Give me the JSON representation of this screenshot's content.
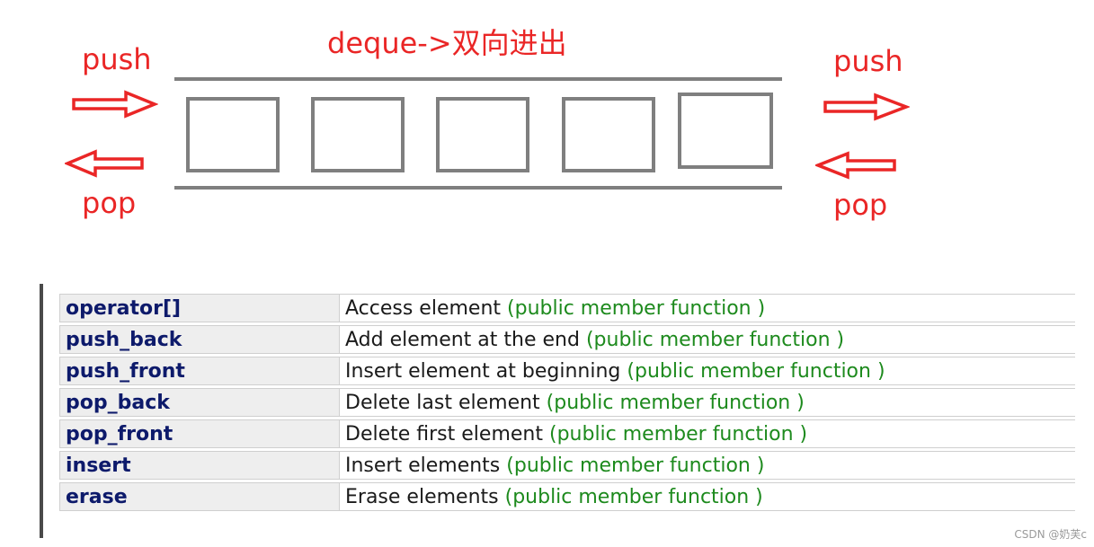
{
  "diagram": {
    "title": "deque->双向进出",
    "left": {
      "push": "push",
      "pop": "pop"
    },
    "right": {
      "push": "push",
      "pop": "pop"
    },
    "colors": {
      "accent": "#ea2626",
      "gray": "#7f7f7f"
    }
  },
  "table": {
    "rows": [
      {
        "name": "operator[]",
        "description": "Access element",
        "kind": "(public member function )"
      },
      {
        "name": "push_back",
        "description": "Add element at the end",
        "kind": "(public member function )"
      },
      {
        "name": "push_front",
        "description": "Insert element at beginning",
        "kind": "(public member function )"
      },
      {
        "name": "pop_back",
        "description": "Delete last element",
        "kind": "(public member function )"
      },
      {
        "name": "pop_front",
        "description": "Delete first element",
        "kind": "(public member function )"
      },
      {
        "name": "insert",
        "description": "Insert elements",
        "kind": "(public member function )"
      },
      {
        "name": "erase",
        "description": "Erase elements",
        "kind": "(public member function )"
      }
    ],
    "colors": {
      "name": "#0d1a6b",
      "kind": "#1d8a1d",
      "name_bg": "#eeeeee"
    }
  },
  "watermark": "CSDN @奶芙c"
}
